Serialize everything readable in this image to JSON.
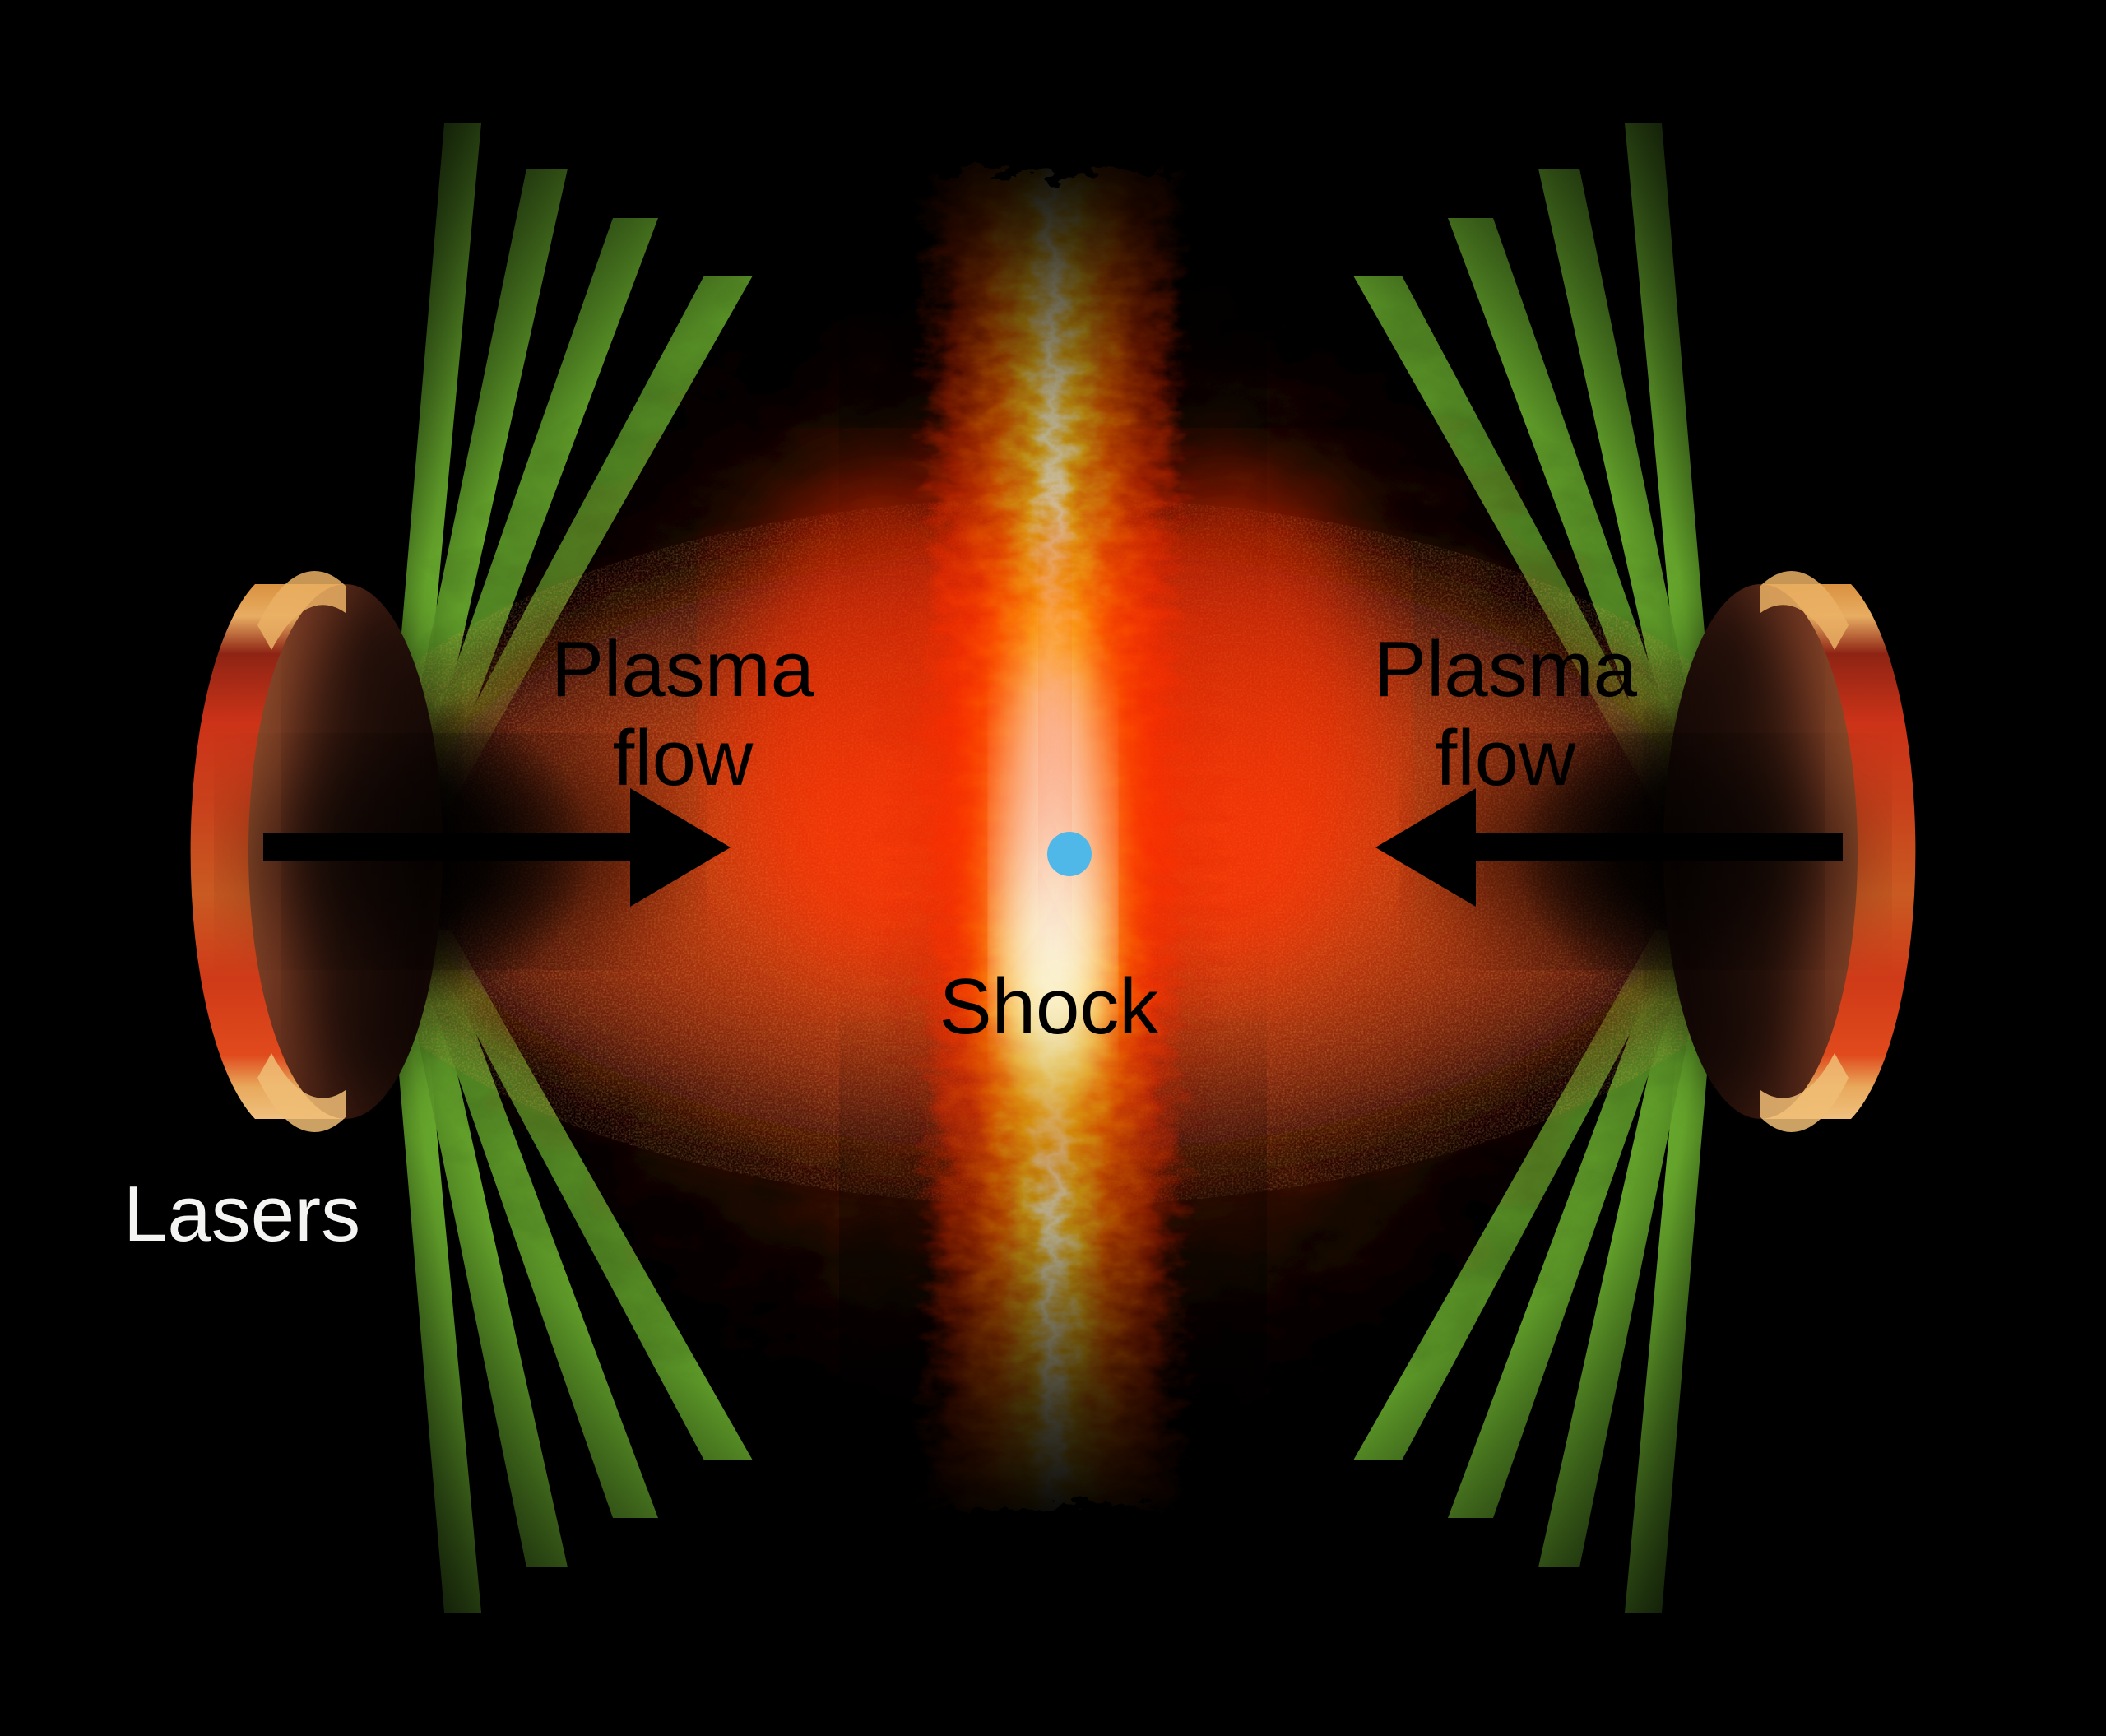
{
  "figure": {
    "kind": "scientific-illustration",
    "subject": "laser-driven counter-streaming plasma collisionless shock",
    "background_color": "#000000"
  },
  "labels": {
    "plasma_flow_left": "Plasma\nflow",
    "plasma_flow_right": "Plasma\nflow",
    "shock": "Shock",
    "lasers": "Lasers"
  },
  "colors": {
    "background": "#000000",
    "laser_beam": "#5f9e27",
    "laser_beam_bright": "#7cc238",
    "target_rim_copper": "#e8a757",
    "target_rim_red": "#c8301a",
    "target_face_dark": "#4a2417",
    "plasma_outer": "#8a3313",
    "plasma_mid": "#d4400f",
    "plasma_hot": "#ff2a00",
    "shock_yellow": "#ffd21e",
    "shock_white": "#fffbe0",
    "probe_dot_blue": "#4fb8e8",
    "arrow_black": "#000000",
    "text_black": "#000000",
    "text_white": "#f4f4f2"
  },
  "elements": {
    "left_target_label": "left-laser-target-disk",
    "right_target_label": "right-laser-target-disk",
    "beam_count_per_quadrant": 4,
    "arrow_left_direction": "right",
    "arrow_right_direction": "left",
    "probe_dot_label": "probe-point"
  }
}
